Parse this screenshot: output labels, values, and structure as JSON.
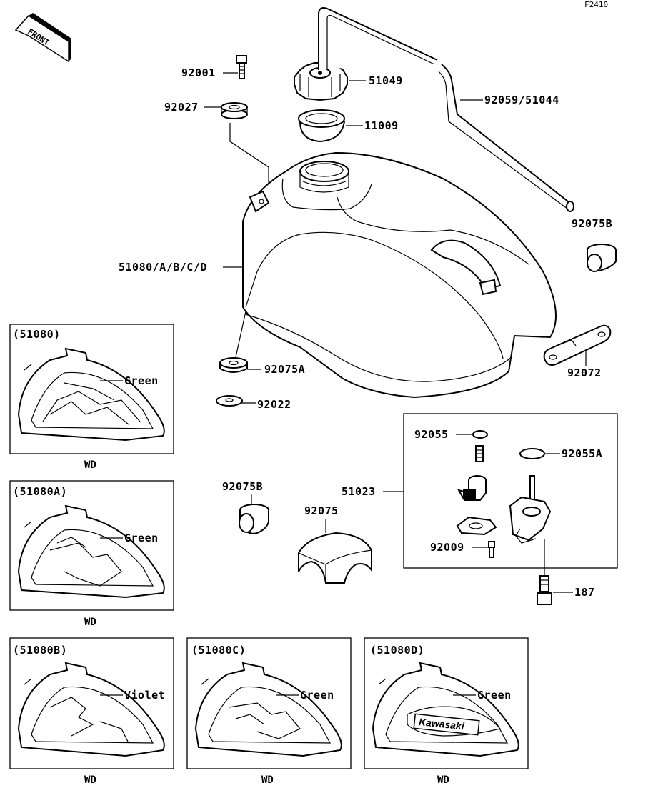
{
  "diagram_id": "F2410",
  "front_label": "FRONT",
  "parts": {
    "p92001": "92001",
    "p51049": "51049",
    "p92059": "92059/51044",
    "p92027": "92027",
    "p11009": "11009",
    "p92075B_top": "92075B",
    "p51080": "51080/A/B/C/D",
    "p92075A": "92075A",
    "p92072": "92072",
    "p92022": "92022",
    "p92055": "92055",
    "p92055A": "92055A",
    "p51023": "51023",
    "p92075B_mid": "92075B",
    "p92075": "92075",
    "p92009": "92009",
    "p187": "187"
  },
  "variants": [
    {
      "code": "(51080)",
      "color": "Green",
      "region": "WD"
    },
    {
      "code": "(51080A)",
      "color": "Green",
      "region": "WD"
    },
    {
      "code": "(51080B)",
      "color": "Violet",
      "region": "WD"
    },
    {
      "code": "(51080C)",
      "color": "Green",
      "region": "WD"
    },
    {
      "code": "(51080D)",
      "color": "Green",
      "region": "WD"
    }
  ],
  "decal_brand": "Kawasaki"
}
